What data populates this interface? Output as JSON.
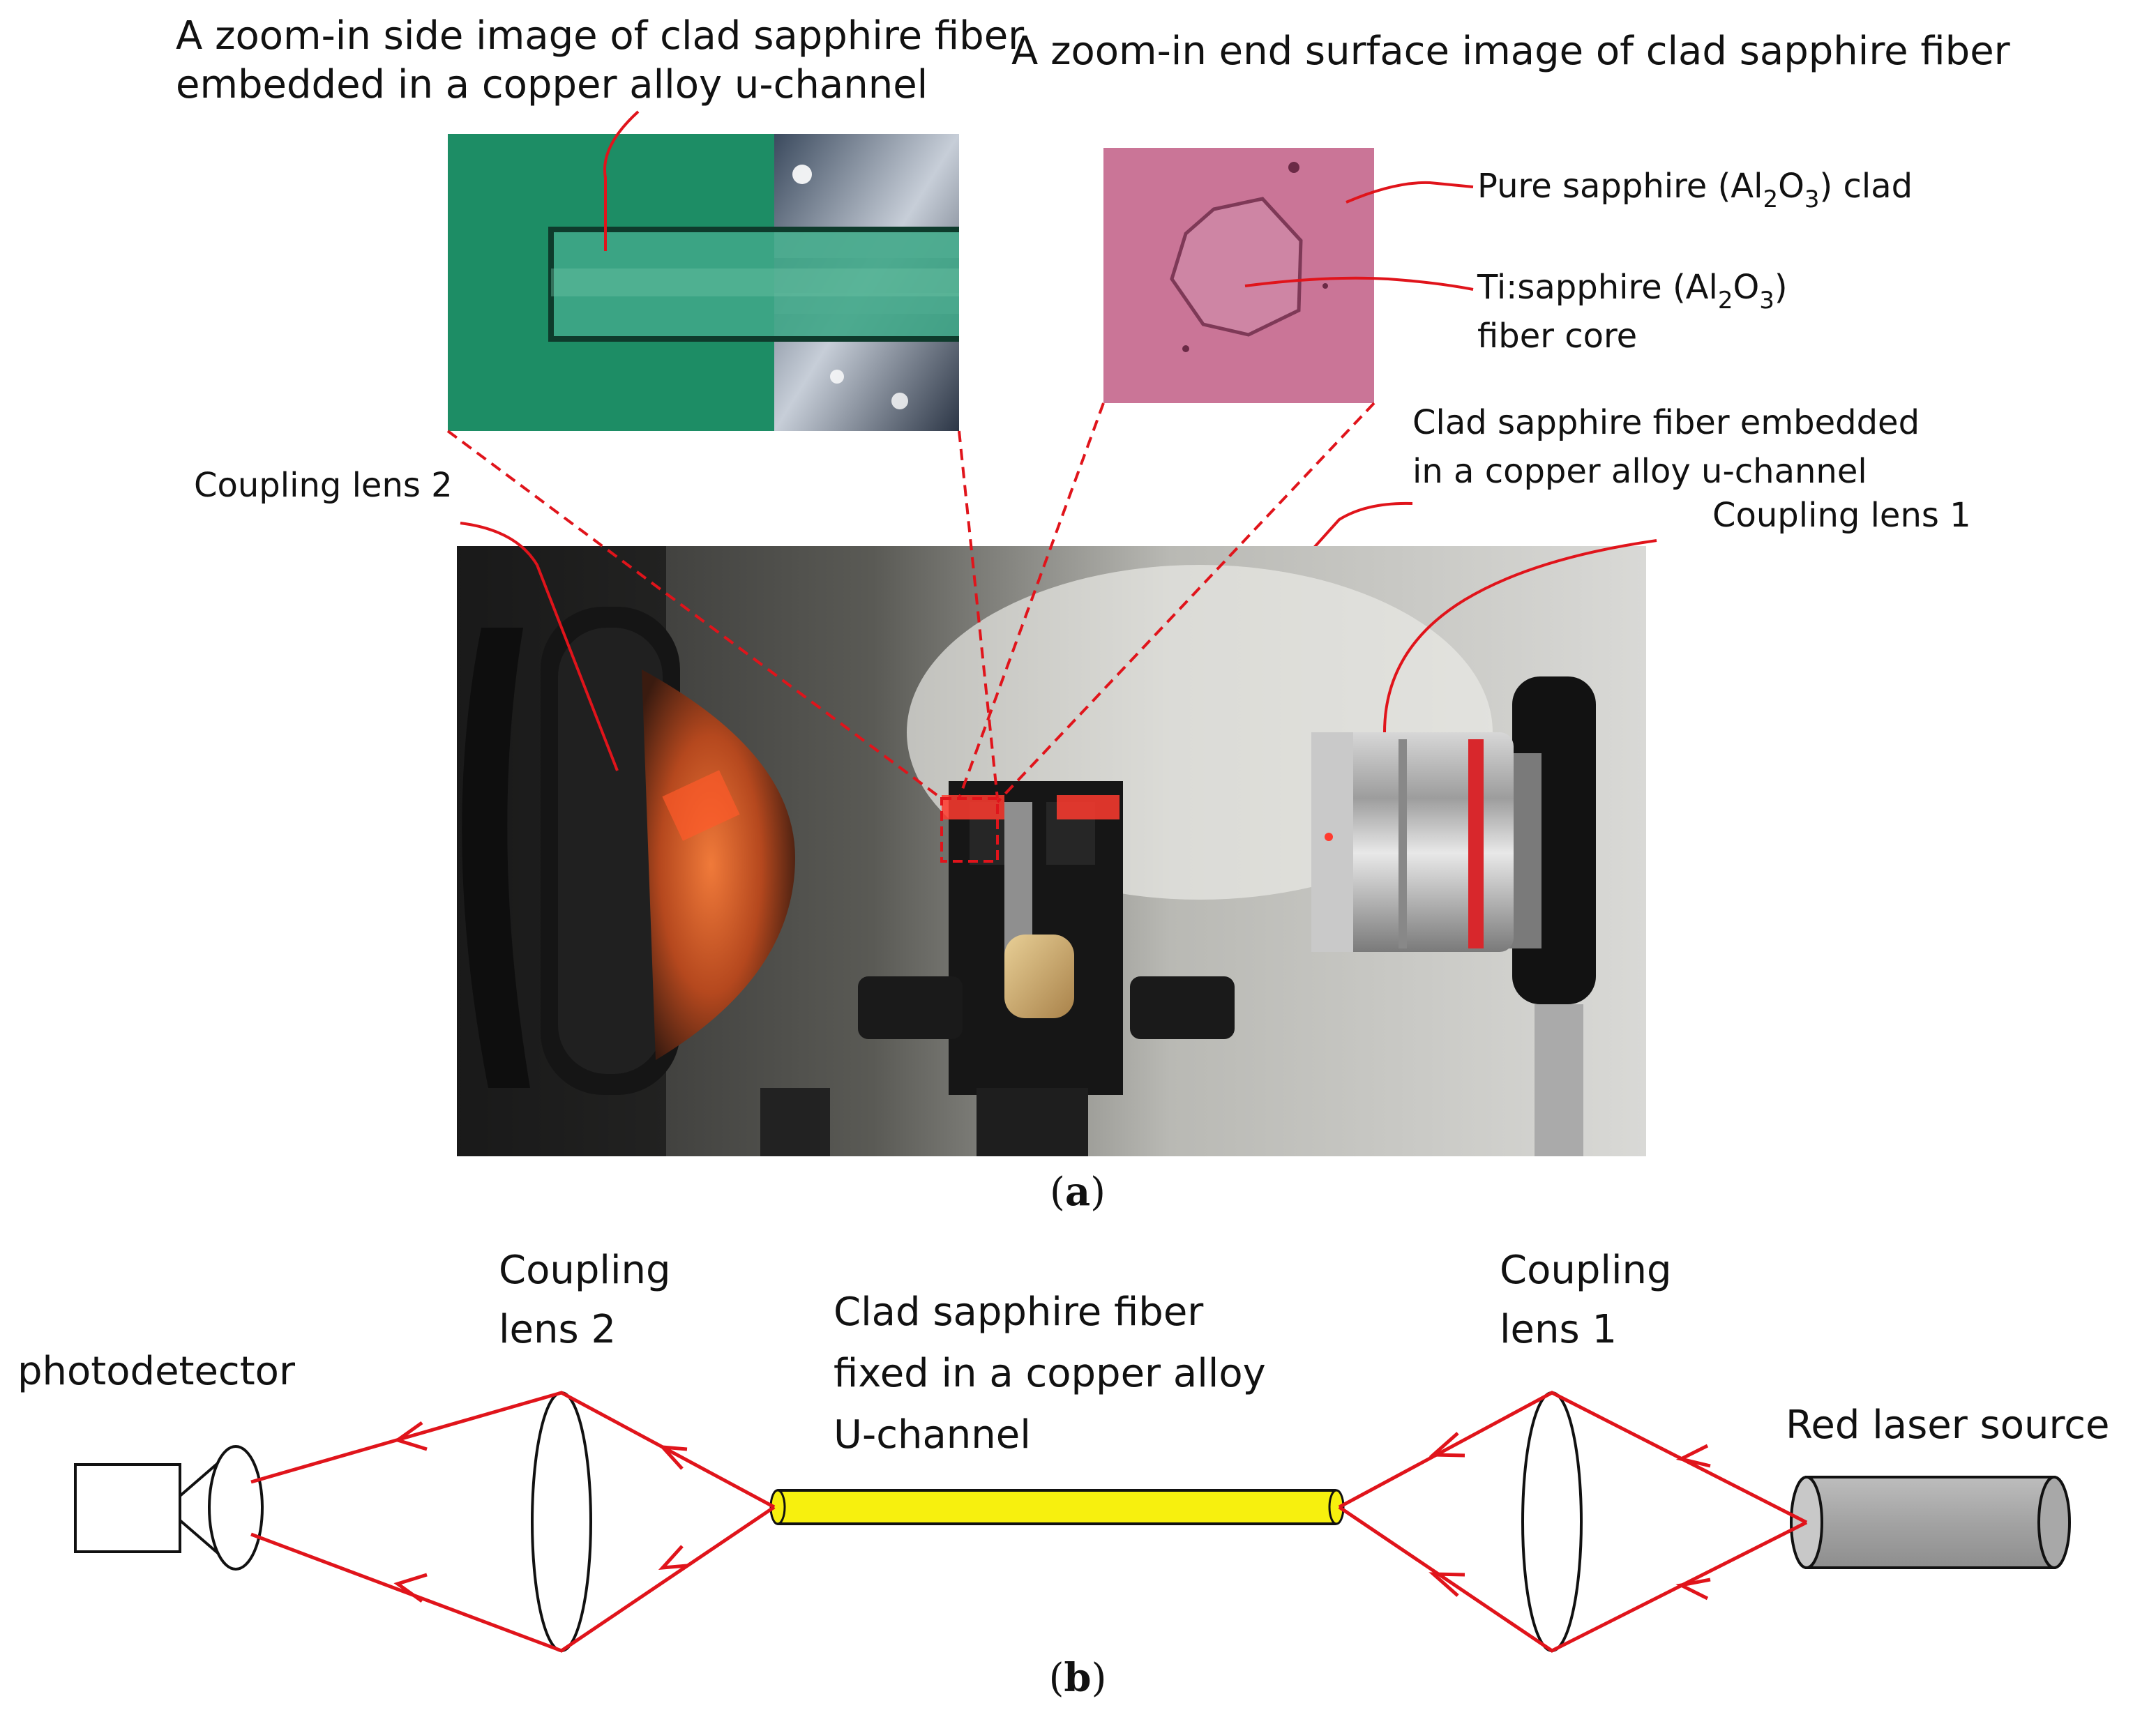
{
  "panel_a": {
    "side_title_line1": "A zoom-in side image of clad sapphire fiber",
    "side_title_line2": "embedded in a copper alloy u-channel",
    "end_title": "A zoom-in end surface image of clad sapphire fiber",
    "clad_label_pre": "Pure sapphire (Al",
    "clad_label_sub1": "2",
    "clad_label_mid": "O",
    "clad_label_sub2": "3",
    "clad_label_post": ") clad",
    "core_label_pre": "Ti:sapphire (Al",
    "core_label_sub1": "2",
    "core_label_mid": "O",
    "core_label_sub2": "3",
    "core_label_post": ")",
    "core_label_line2": "fiber core",
    "fiber_label_line1": "Clad sapphire fiber embedded",
    "fiber_label_line2": "in a copper alloy u-channel",
    "lens2_label": "Coupling lens 2",
    "lens1_label": "Coupling lens 1",
    "caption_open": "(",
    "caption_letter": "a",
    "caption_close": ")"
  },
  "panel_b": {
    "photodetector_label": "photodetector",
    "lens2_line1": "Coupling",
    "lens2_line2": "lens 2",
    "fiber_line1": "Clad sapphire fiber",
    "fiber_line2": "fixed in a copper alloy",
    "fiber_line3": "U-channel",
    "lens1_line1": "Coupling",
    "lens1_line2": "lens 1",
    "laser_label": "Red laser source",
    "caption_open": "(",
    "caption_letter": "b",
    "caption_close": ")"
  },
  "colors": {
    "beam": "#e0141b",
    "fiber": "#f7f00e",
    "laser_body": "#a8a8a8",
    "side_image_green": "#1b8a63",
    "end_image_pink": "#c46a8e"
  }
}
